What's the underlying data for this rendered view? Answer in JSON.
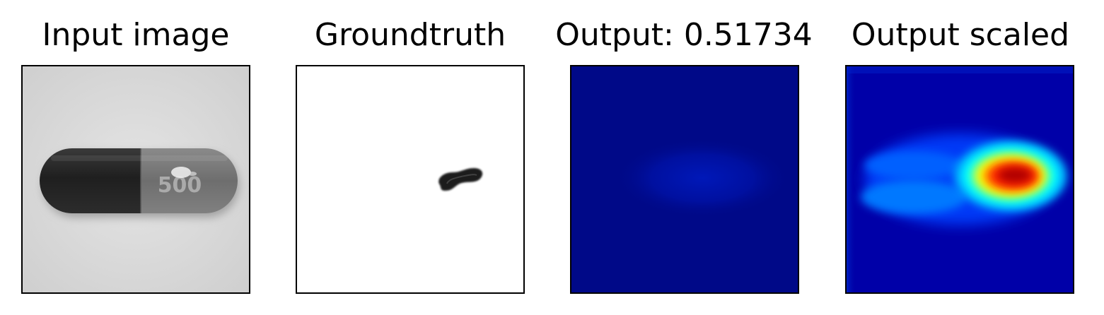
{
  "panels": [
    {
      "title": "Input image"
    },
    {
      "title": "Groundtruth"
    },
    {
      "title": "Output: 0.51734"
    },
    {
      "title": "Output scaled"
    }
  ],
  "input_image": {
    "capsule_marking": "500",
    "colors": {
      "background": "#d9d9d9",
      "cap_dark": "#2a2a2a",
      "body_grey": "#777777"
    }
  },
  "groundtruth": {
    "colors": {
      "background": "#ffffff",
      "defect": "#1a1a1a"
    }
  },
  "output": {
    "score": "0.51734",
    "colors": {
      "background": "#000a8c",
      "blob": "#0018b8"
    }
  },
  "output_scaled": {
    "colormap": "jet",
    "colors": {
      "low": "#0000a0",
      "mid_low": "#0070ff",
      "mid": "#00ffff",
      "mid_high": "#ffff00",
      "high": "#ff3000",
      "peak": "#a00000"
    }
  }
}
